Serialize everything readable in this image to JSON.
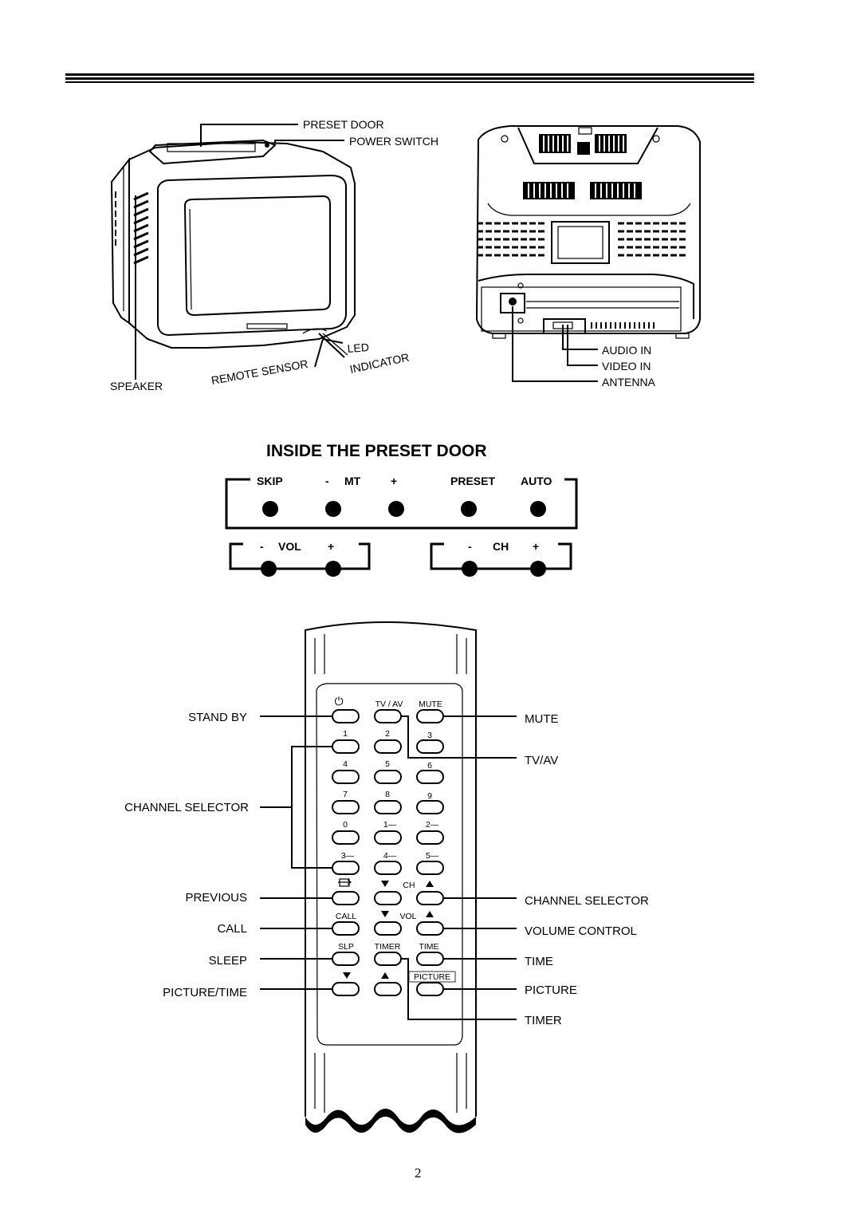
{
  "tv_front": {
    "preset_door": "PRESET DOOR",
    "power_switch": "POWER SWITCH",
    "led": "LED",
    "indicator": "INDICATOR",
    "remote_sensor": "REMOTE SENSOR",
    "speaker": "SPEAKER"
  },
  "tv_back": {
    "audio_in": "AUDIO IN",
    "video_in": "VIDEO IN",
    "antenna": "ANTENNA"
  },
  "preset_door": {
    "title": "INSIDE THE PRESET DOOR",
    "skip": "SKIP",
    "mt_minus": "-",
    "mt": "MT",
    "mt_plus": "+",
    "preset": "PRESET",
    "auto": "AUTO",
    "vol_minus": "-",
    "vol": "VOL",
    "vol_plus": "+",
    "ch_minus": "-",
    "ch": "CH",
    "ch_plus": "+"
  },
  "remote": {
    "tv_av_key": "TV / AV",
    "mute_key": "MUTE",
    "digits": [
      "1",
      "2",
      "3",
      "4",
      "5",
      "6",
      "7",
      "8",
      "9",
      "0",
      "1—",
      "2—",
      "3—",
      "4—",
      "5—"
    ],
    "ch_key": "CH",
    "call_key": "CALL",
    "vol_key": "VOL",
    "slp_key": "SLP",
    "timer_key": "TIMER",
    "time_key": "TIME",
    "picture_key": "PICTURE",
    "left_labels": {
      "stand_by": "STAND BY",
      "channel_selector": "CHANNEL SELECTOR",
      "previous": "PREVIOUS",
      "call": "CALL",
      "sleep": "SLEEP",
      "picture_time": "PICTURE/TIME"
    },
    "right_labels": {
      "mute": "MUTE",
      "tv_av": "TV/AV",
      "channel_selector": "CHANNEL SELECTOR",
      "volume_control": "VOLUME CONTROL",
      "time": "TIME",
      "picture": "PICTURE",
      "timer": "TIMER"
    }
  },
  "page_number": "2"
}
